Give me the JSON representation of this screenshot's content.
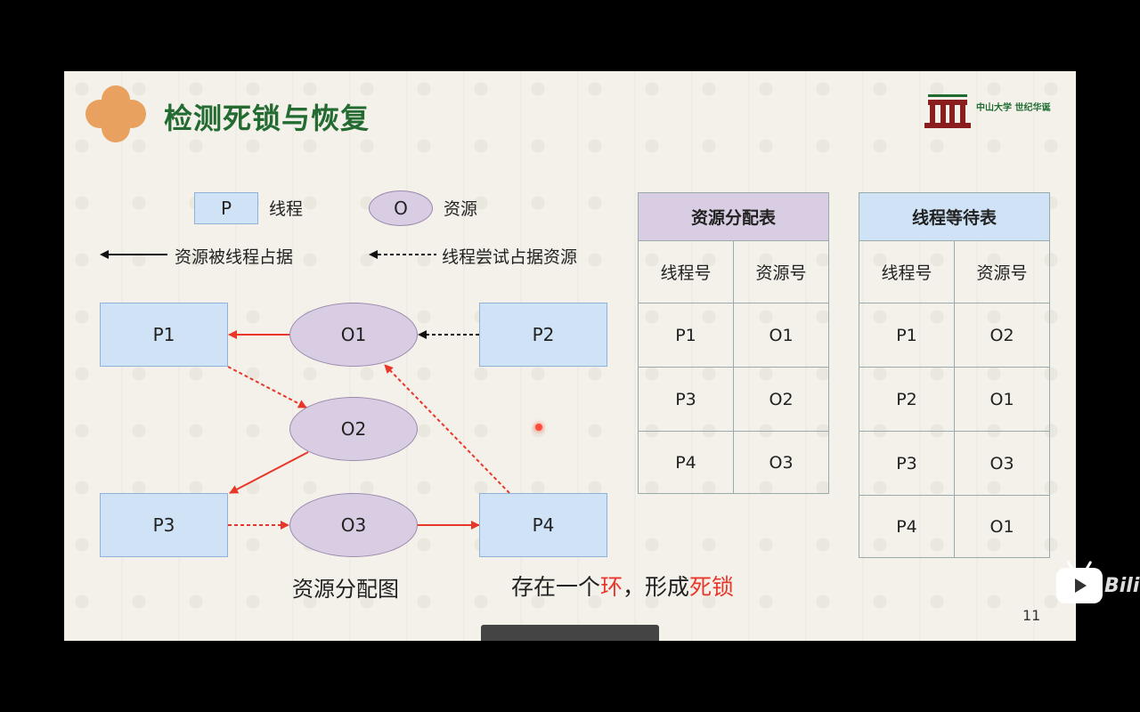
{
  "slide": {
    "title": "检测死锁与恢复",
    "logo_text": "中山大学 世纪华诞",
    "page_number": "11"
  },
  "legend": {
    "thread_box": "P",
    "thread_label": "线程",
    "resource_ellipse": "O",
    "resource_label": "资源",
    "solid_arrow_label": "资源被线程占据",
    "dashed_arrow_label": "线程尝试占据资源"
  },
  "graph": {
    "threads": [
      "P1",
      "P2",
      "P3",
      "P4"
    ],
    "resources": [
      "O1",
      "O2",
      "O3"
    ],
    "caption": "资源分配图"
  },
  "cycle_caption": {
    "part1": "存在一个",
    "part2": "环",
    "part3": "，形成",
    "part4": "死锁"
  },
  "allocation_table": {
    "title": "资源分配表",
    "headers": [
      "线程号",
      "资源号"
    ],
    "rows": [
      [
        "P1",
        "O1"
      ],
      [
        "P3",
        "O2"
      ],
      [
        "P4",
        "O3"
      ]
    ]
  },
  "wait_table": {
    "title": "线程等待表",
    "headers": [
      "线程号",
      "资源号"
    ],
    "rows": [
      [
        "P1",
        "O2"
      ],
      [
        "P2",
        "O1"
      ],
      [
        "P3",
        "O3"
      ],
      [
        "P4",
        "O1"
      ]
    ]
  },
  "colors": {
    "title_green": "#236b31",
    "red": "#e8372a",
    "thread_fill": "#cfe2f6",
    "resource_fill": "#d8cde2"
  }
}
